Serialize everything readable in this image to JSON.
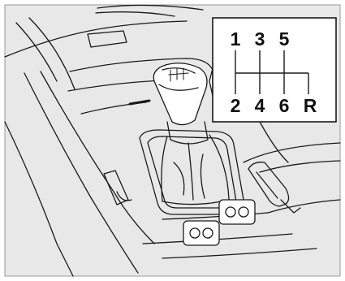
{
  "shift_pattern": {
    "top_row": [
      "1",
      "3",
      "5"
    ],
    "bottom_row": [
      "2",
      "4",
      "6",
      "R"
    ]
  },
  "colors": {
    "background": "#e8e8e8",
    "line": "#1a1a1a",
    "highlight": "#ffffff"
  }
}
